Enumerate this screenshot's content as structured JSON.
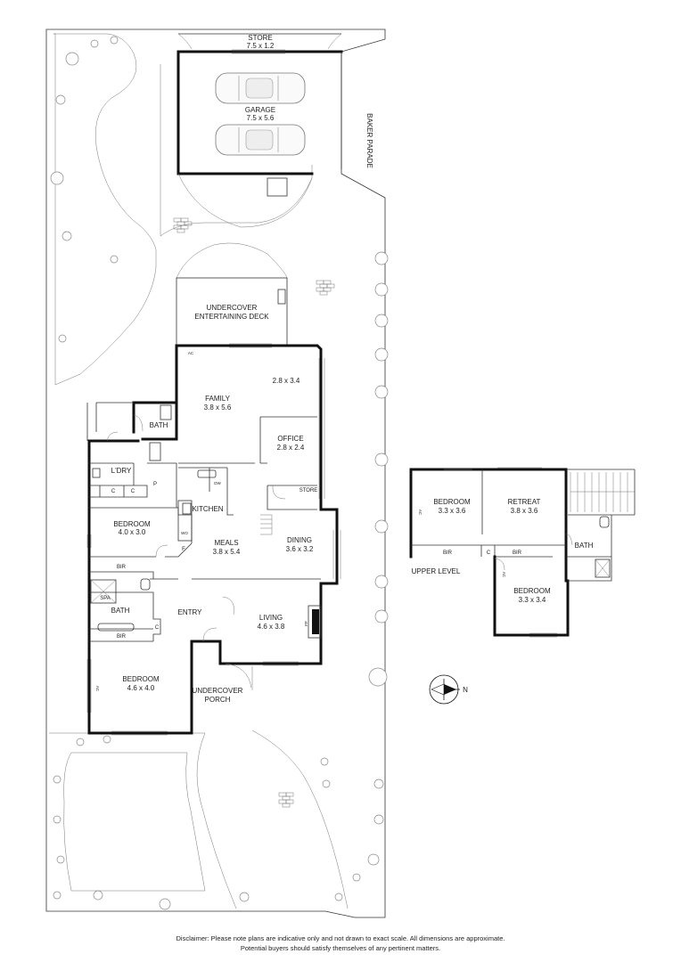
{
  "rooms": {
    "store_top": {
      "name": "STORE",
      "dims": "7.5 x 1.2"
    },
    "garage": {
      "name": "GARAGE",
      "dims": "7.5 x 5.6"
    },
    "street": {
      "name": "BAKER PARADE"
    },
    "deck": {
      "line1": "UNDERCOVER",
      "line2": "ENTERTAINING DECK"
    },
    "family": {
      "name": "FAMILY",
      "dims": "3.8 x 5.6"
    },
    "nook": {
      "dims": "2.8 x 3.4"
    },
    "office": {
      "name": "OFFICE",
      "dims": "2.8 x 2.4"
    },
    "store_small": {
      "name": "STORE"
    },
    "bath_rear": {
      "name": "BATH"
    },
    "laundry": {
      "name": "L'DRY"
    },
    "kitchen": {
      "name": "KITCHEN"
    },
    "bedroom_a": {
      "name": "BEDROOM",
      "dims": "4.0 x 3.0"
    },
    "meals": {
      "name": "MEALS",
      "dims": "3.8 x 5.4"
    },
    "dining": {
      "name": "DINING",
      "dims": "3.6 x 3.2"
    },
    "entry": {
      "name": "ENTRY"
    },
    "living": {
      "name": "LIVING",
      "dims": "4.6 x 3.8"
    },
    "bath_front": {
      "name": "BATH"
    },
    "spa": {
      "name": "SPA"
    },
    "bedroom_b": {
      "name": "BEDROOM",
      "dims": "4.6 x 4.0"
    },
    "porch": {
      "line1": "UNDERCOVER",
      "line2": "PORCH"
    },
    "up_bed1": {
      "name": "BEDROOM",
      "dims": "3.3 x 3.6"
    },
    "retreat": {
      "name": "RETREAT",
      "dims": "3.8 x 3.6"
    },
    "up_bath": {
      "name": "BATH"
    },
    "up_bed2": {
      "name": "BEDROOM",
      "dims": "3.3 x 3.4"
    }
  },
  "fixtures": {
    "ac": "AC",
    "dw": "DW",
    "wo": "WO",
    "bir": "BIR",
    "c": "C",
    "p": "P",
    "f": "F",
    "fp": "FP"
  },
  "upper_level": "UPPER LEVEL",
  "compass": {
    "label": "N",
    "icon": "compass-arrow-icon"
  },
  "disclaimer": {
    "line1": "Disclaimer: Please note plans are indicative only and not drawn to exact scale. All dimensions are approximate.",
    "line2": "Potential buyers should satisfy themselves of any pertinent matters."
  }
}
